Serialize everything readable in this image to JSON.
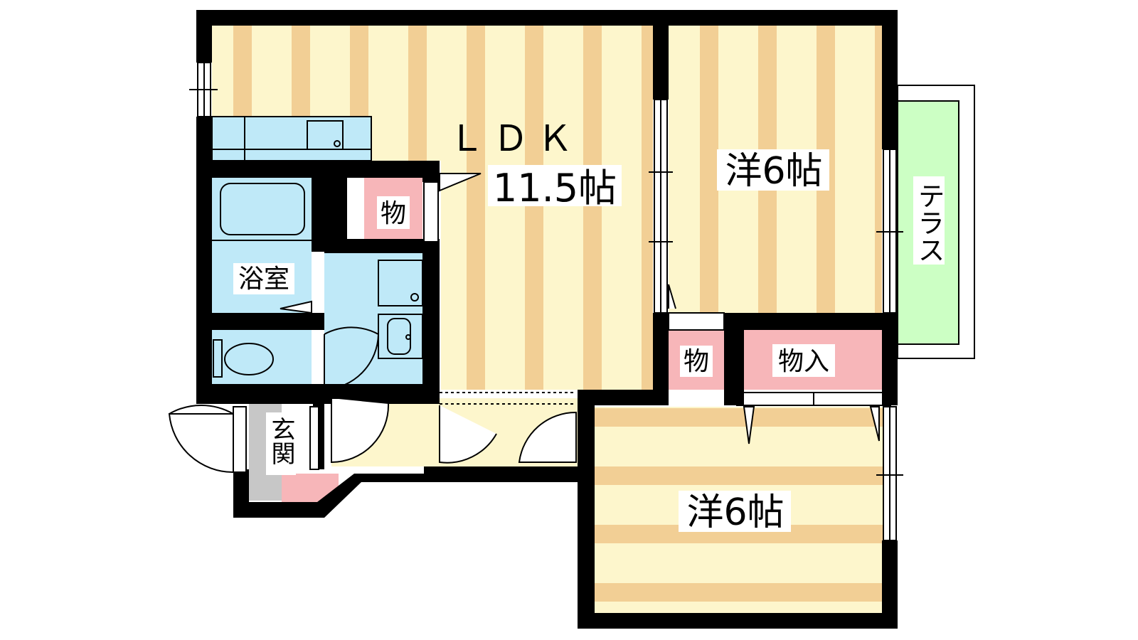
{
  "rooms": {
    "ldk": {
      "name": "ＬＤＫ",
      "size": "11.5帖"
    },
    "western_top": {
      "label": "洋6帖"
    },
    "western_bottom": {
      "label": "洋6帖"
    },
    "bath": {
      "label": "浴室"
    },
    "storage_small_left": {
      "label": "物"
    },
    "storage_small_right": {
      "label": "物"
    },
    "closet": {
      "label": "物入"
    },
    "entrance": {
      "label": "玄関"
    },
    "terrace": {
      "label": "テラス"
    }
  },
  "colors": {
    "wall": "#000000",
    "floor_stripe_a": "#f2cf95",
    "floor_stripe_b": "#fdf6cc",
    "wet_area": "#bfe9f8",
    "storage": "#f7b6b9",
    "terrace": "#ccffc4",
    "entrance": "#c7c7c7",
    "hall": "#fdf6cc"
  }
}
